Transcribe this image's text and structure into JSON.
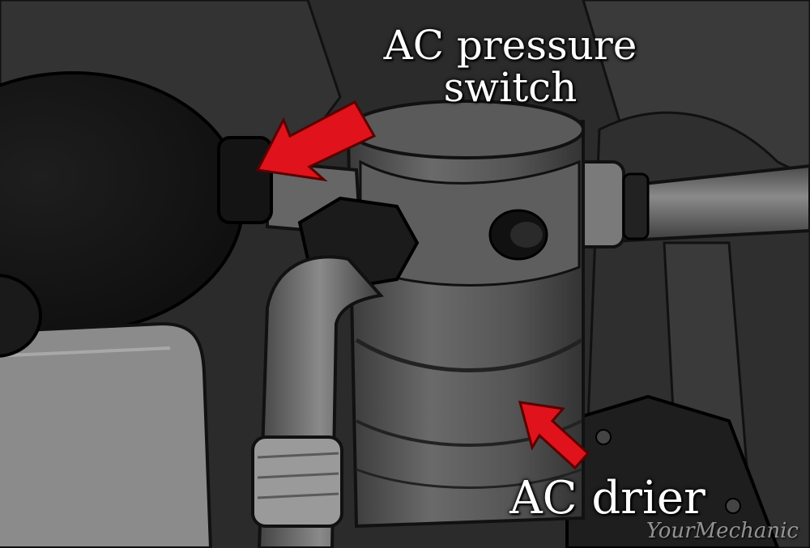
{
  "labels": {
    "pressure_switch_line1": "AC pressure",
    "pressure_switch_line2": "switch",
    "drier": "AC drier"
  },
  "watermark": "YourMechanic",
  "colors": {
    "arrow": "#e0121b",
    "label": "#ffffff",
    "background": "#2a2a2a"
  }
}
